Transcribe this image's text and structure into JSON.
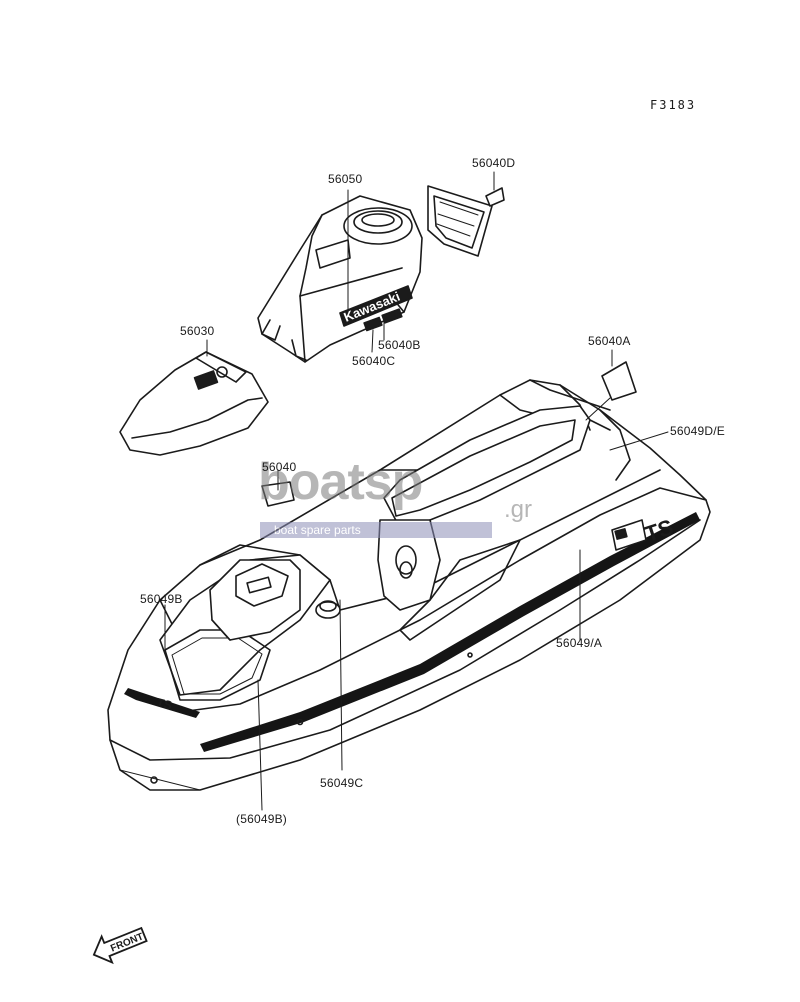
{
  "figure_code": "F3183",
  "part_labels": {
    "p56050": "56050",
    "p56040D": "56040D",
    "p56030": "56030",
    "p56040B": "56040B",
    "p56040C": "56040C",
    "p56040A": "56040A",
    "p56049DE": "56049D/E",
    "p56040": "56040",
    "p56049B": "56049B",
    "p56049A": "56049/A",
    "p56049C": "56049C",
    "p56049B_paren": "(56049B)"
  },
  "decals": {
    "brand": "Kawasaki",
    "model": "TS"
  },
  "front_arrow": "FRONT",
  "watermark": {
    "main": "boatsp",
    "tld": ".gr",
    "tagline": "boat spare parts"
  },
  "colors": {
    "ink": "#1b1b1b",
    "paper": "#ffffff",
    "stripe": "#151515",
    "watermark_gray": "#7c7c7c",
    "watermark_bar": "#8d8fb8"
  }
}
